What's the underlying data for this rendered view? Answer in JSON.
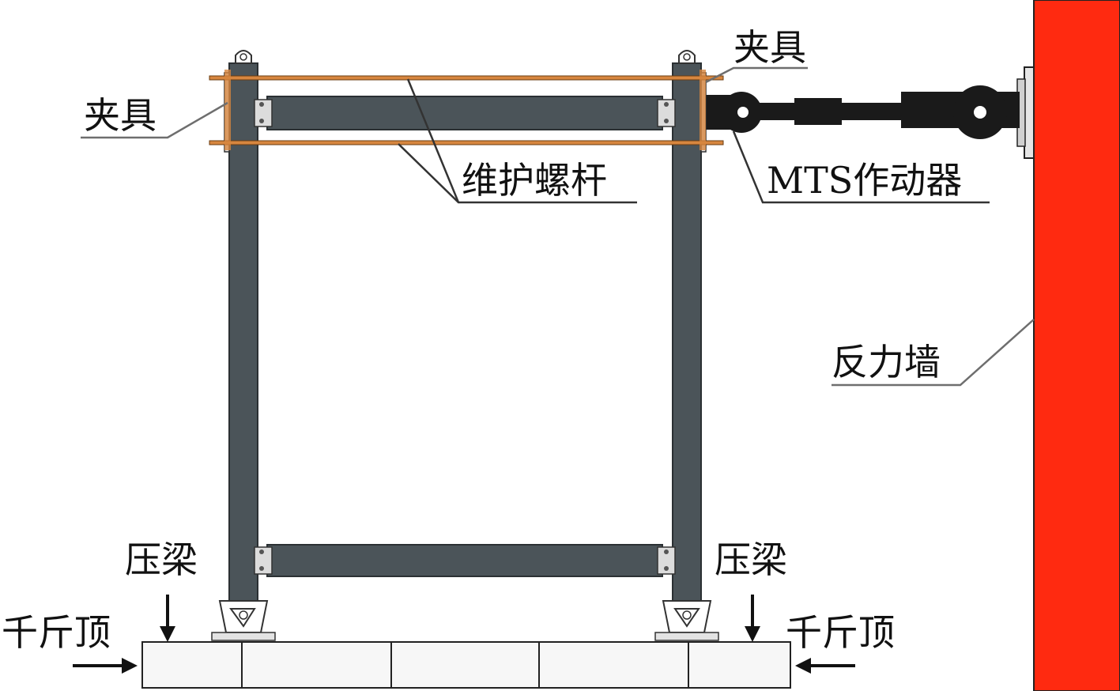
{
  "labels": {
    "clamp_left": "夹具",
    "clamp_right": "夹具",
    "rods": "维护螺杆",
    "actuator": "MTS作动器",
    "reaction_wall": "反力墙",
    "press_beam_left": "压梁",
    "press_beam_right": "压梁",
    "jack_left": "千斤顶",
    "jack_right": "千斤顶"
  },
  "colors": {
    "steel": "#4b5459",
    "steel_edge": "#2b3033",
    "actuator": "#1a1a1a",
    "reaction_wall": "#ff2a10",
    "rod": "#d7863f",
    "leader": "#6e6e6e",
    "base_fill": "#f7f7f7"
  },
  "icons": {
    "arrow_down": "arrow-down-icon",
    "arrow_right": "arrow-right-icon",
    "arrow_left": "arrow-left-icon"
  }
}
